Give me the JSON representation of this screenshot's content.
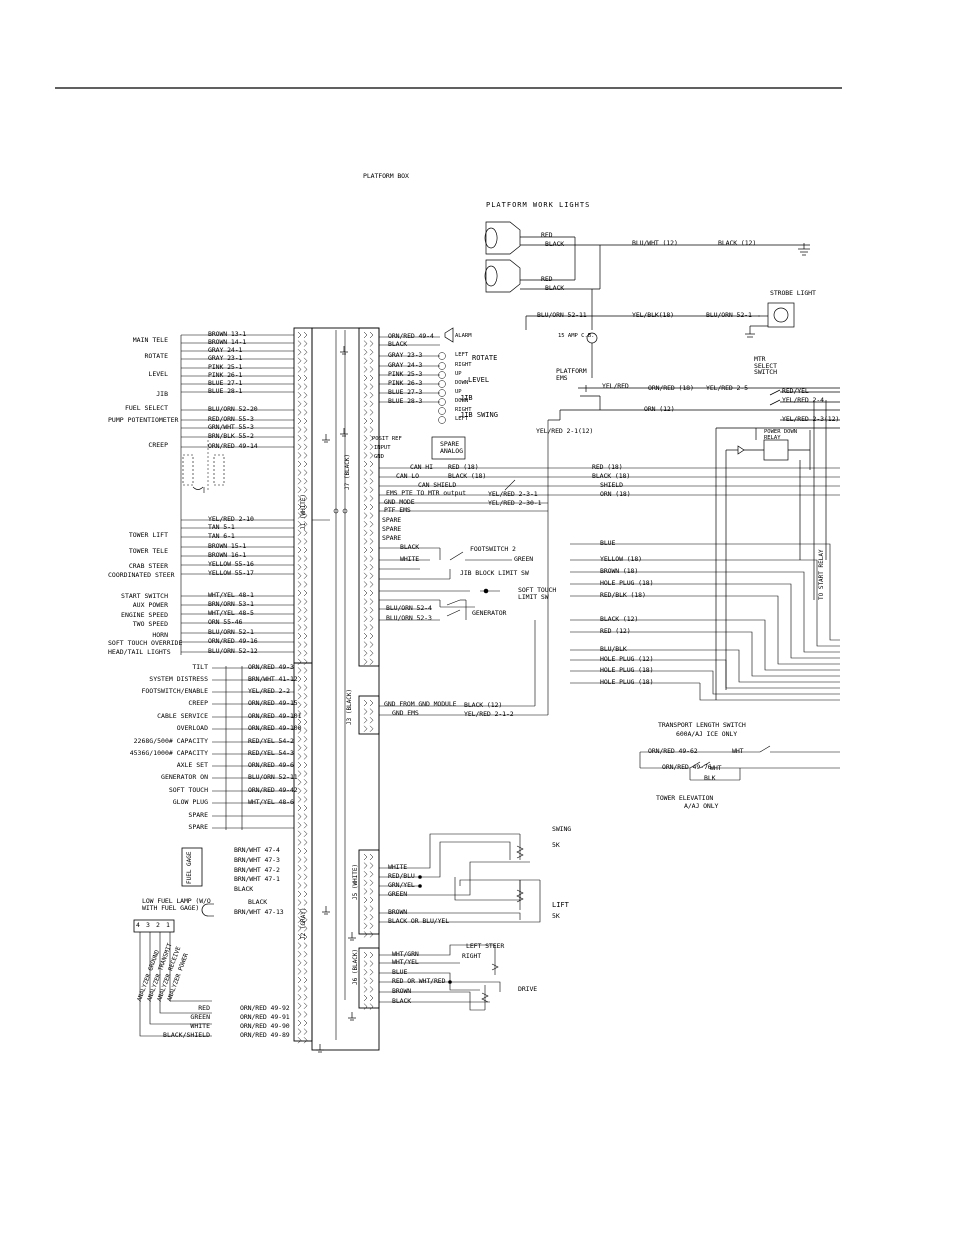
{
  "platform_box_label": "PLATFORM BOX",
  "work_lights": {
    "title": "PLATFORM WORK LIGHTS",
    "red": "RED",
    "black": "BLACK",
    "blu_wht_12": "BLU/WHT (12)",
    "black_12": "BLACK (12)"
  },
  "strobe": {
    "label": "STROBE LIGHT",
    "yel_blk": "YEL/BLK(18)",
    "blu_orn_52_11": "BLU/ORN 52-11",
    "blu_orn_52_1": "BLU/ORN 52-1"
  },
  "platform_ems": {
    "label": "PLATFORM EMS",
    "cb": "15 AMP C.B."
  },
  "mtr_select": {
    "label": "MTR SELECT SWITCH",
    "power_down": "POWER DOWN RELAY",
    "to_start": "TO START RELAY"
  },
  "connectors": {
    "j1": "J1 (WHITE)",
    "j2": "J2 (GRAY)",
    "j3": "J3 (BLACK)",
    "j5": "J5 (WHITE)",
    "j6": "J6 (BLACK)",
    "j7": "J7 (BLACK)"
  },
  "left_labels": [
    "MAIN TELE",
    "ROTATE",
    "LEVEL",
    "JIB",
    "FUEL SELECT",
    "PUMP POTENTIOMETER",
    "CREEP",
    "TOWER LIFT",
    "TOWER TELE",
    "CRAB STEER",
    "COORDINATED STEER",
    "START SWITCH",
    "AUX POWER",
    "ENGINE SPEED",
    "TWO SPEED",
    "HORN",
    "SOFT TOUCH OVERRIDE",
    "HEAD/TAIL LIGHTS"
  ],
  "j1_wires": [
    "BROWN 13-1",
    "BROWN 14-1",
    "GRAY 24-1",
    "GRAY 23-1",
    "PINK 25-1",
    "PINK 26-1",
    "BLUE 27-1",
    "BLUE 28-1",
    "BLU/ORN 52-20",
    "RED/ORN 55-3",
    "GRN/WHT 55-3",
    "BRN/BLK 55-2",
    "ORN/RED 49-14",
    "YEL/RED 2-10",
    "TAN 5-1",
    "TAN 6-1",
    "BROWN 15-1",
    "BROWN 16-1",
    "YELLOW 55-16",
    "YELLOW 55-17",
    "WHT/YEL 48-1",
    "BRN/ORN 53-1",
    "WHT/YEL 48-5",
    "ORN 55-46",
    "BLU/ORN 52-1",
    "ORN/RED 49-16",
    "BLU/ORN 52-12"
  ],
  "j2_labels": [
    "TILT",
    "SYSTEM DISTRESS",
    "FOOTSWITCH/ENABLE",
    "CREEP",
    "CABLE SERVICE",
    "OVERLOAD",
    "2268G/500# CAPACITY",
    "4536G/1000# CAPACITY",
    "AXLE SET",
    "GENERATOR ON",
    "SOFT TOUCH",
    "GLOW PLUG",
    "SPARE",
    "SPARE"
  ],
  "j2_wires": [
    "ORN/RED 49-3",
    "BRN/WHT 41-12",
    "YEL/RED 2-2",
    "ORN/RED 49-15",
    "ORN/RED 49-101",
    "ORN/RED 49-100",
    "RED/YEL 54-2",
    "RED/YEL 54-3",
    "ORN/RED 49-6",
    "BLU/ORN 52-11",
    "ORN/RED 49-42",
    "WHT/YEL 48-6"
  ],
  "fuel_gage": {
    "label": "FUEL GAGE",
    "w1": "BRN/WHT 47-4",
    "w2": "BRN/WHT 47-3",
    "w3": "BRN/WHT 47-2",
    "w4": "BRN/WHT 47-1",
    "black": "BLACK"
  },
  "low_fuel": {
    "label": "LOW FUEL LAMP (W/O WITH FUEL GAGE)",
    "black": "BLACK",
    "brn": "BRN/WHT 47-13"
  },
  "analyzer": {
    "labels": [
      "ANALYZER GROUND",
      "ANALYZER TRANSMIT",
      "ANALYZER RECEIVE",
      "ANALYZER POWER"
    ],
    "wires": [
      "RED",
      "GREEN",
      "WHITE",
      "BLACK/SHIELD"
    ],
    "orn": [
      "ORN/RED 49-92",
      "ORN/RED 49-91",
      "ORN/RED 49-90",
      "ORN/RED 49-89"
    ],
    "pins": [
      "4",
      "3",
      "2",
      "1"
    ]
  },
  "j7_wires": [
    "ORN/RED 49-4",
    "BLACK",
    "GRAY 23-3",
    "GRAY 24-3",
    "PINK 25-3",
    "PINK 26-3",
    "BLUE 27-3",
    "BLUE 28-3"
  ],
  "j7_right": [
    "ALARM",
    "LEFT",
    "RIGHT",
    "UP",
    "DOWN",
    "UP",
    "DOWN",
    "RIGHT",
    "LEFT"
  ],
  "j7_funcs": {
    "rotate": "ROTATE",
    "level": "LEVEL",
    "jib": "JIB",
    "jib_swing": "JIB SWING"
  },
  "spare_analog": {
    "label": "SPARE ANALOG",
    "ref": "POSIT REF",
    "input": "INPUT",
    "gnd": "GND"
  },
  "can": {
    "hi": "CAN HI",
    "lo": "CAN LO",
    "shield": "CAN SHIELD",
    "ems": "EMS PTE TO MTR output",
    "gnd_mode": "GND MODE",
    "ptf": "PTF EMS",
    "red18": "RED (18)",
    "black18": "BLACK (18)",
    "shield_w": "SHIELD",
    "orn18": "ORN (18)",
    "yel_red_231": "YEL/RED 2-3-1",
    "yel_red_2301": "YEL/RED 2-30-1"
  },
  "spares": [
    "SPARE",
    "SPARE",
    "SPARE"
  ],
  "footswitch": {
    "label": "FOOTSWITCH 2",
    "black": "BLACK",
    "white": "WHITE",
    "green": "GREEN"
  },
  "jib_block": "JIB BLOCK LIMIT SW",
  "soft_touch": "SOFT TOUCH LIMIT SW",
  "generator": {
    "label": "GENERATOR",
    "w1": "BLU/ORN 52-4",
    "w2": "BLU/ORN 52-3"
  },
  "right_wires": [
    "BLUE",
    "YELLOW (18)",
    "BROWN (18)",
    "HOLE PLUG (18)",
    "RED/BLK (18)",
    "BLACK (12)",
    "RED (12)",
    "BLU/BLK",
    "HOLE PLUG (12)",
    "HOLE PLUG (18)",
    "HOLE PLUG (18)"
  ],
  "j3": {
    "gnd_module": "GND FROM GND MODULE",
    "gnd_ems": "GND EMS",
    "black12": "BLACK (12)",
    "yel_red": "YEL/RED 2-1-2"
  },
  "transport": {
    "label": "TRANSPORT LENGTH SWITCH",
    "sub": "600A/AJ ICE ONLY",
    "orn1": "ORN/RED 49-62",
    "orn2": "ORN/RED 49-76",
    "wht": "WHT",
    "blk": "BLK",
    "tower_elev": "TOWER ELEVATION",
    "tower_sub": "A/AJ ONLY"
  },
  "j5": {
    "swing": "SWING",
    "swing_sub": "5K",
    "lift": "LIFT",
    "lift_sub": "5K",
    "wires": [
      "WHITE",
      "RED/BLU",
      "GRN/YEL",
      "GREEN",
      "BROWN",
      "BLACK OR BLU/YEL"
    ]
  },
  "j6": {
    "steer": "LEFT STEER",
    "right": "RIGHT",
    "drive": "DRIVE",
    "wires": [
      "WHT/GRN",
      "WHT/YEL",
      "BLUE",
      "RED OR WHT/RED",
      "BROWN",
      "BLACK"
    ]
  },
  "power_wires": {
    "yel_red": "YEL/RED",
    "orn_red": "ORN/RED (18)",
    "yel_red_25": "YEL/RED 2-5",
    "red_yel": "RED/YEL",
    "yel_red_24": "YEL/RED 2-4",
    "yel_red_23": "YEL/RED 2-3(12)",
    "orn_12": "ORN (12)",
    "yel_red_21": "YEL/RED 2-1(12)"
  }
}
